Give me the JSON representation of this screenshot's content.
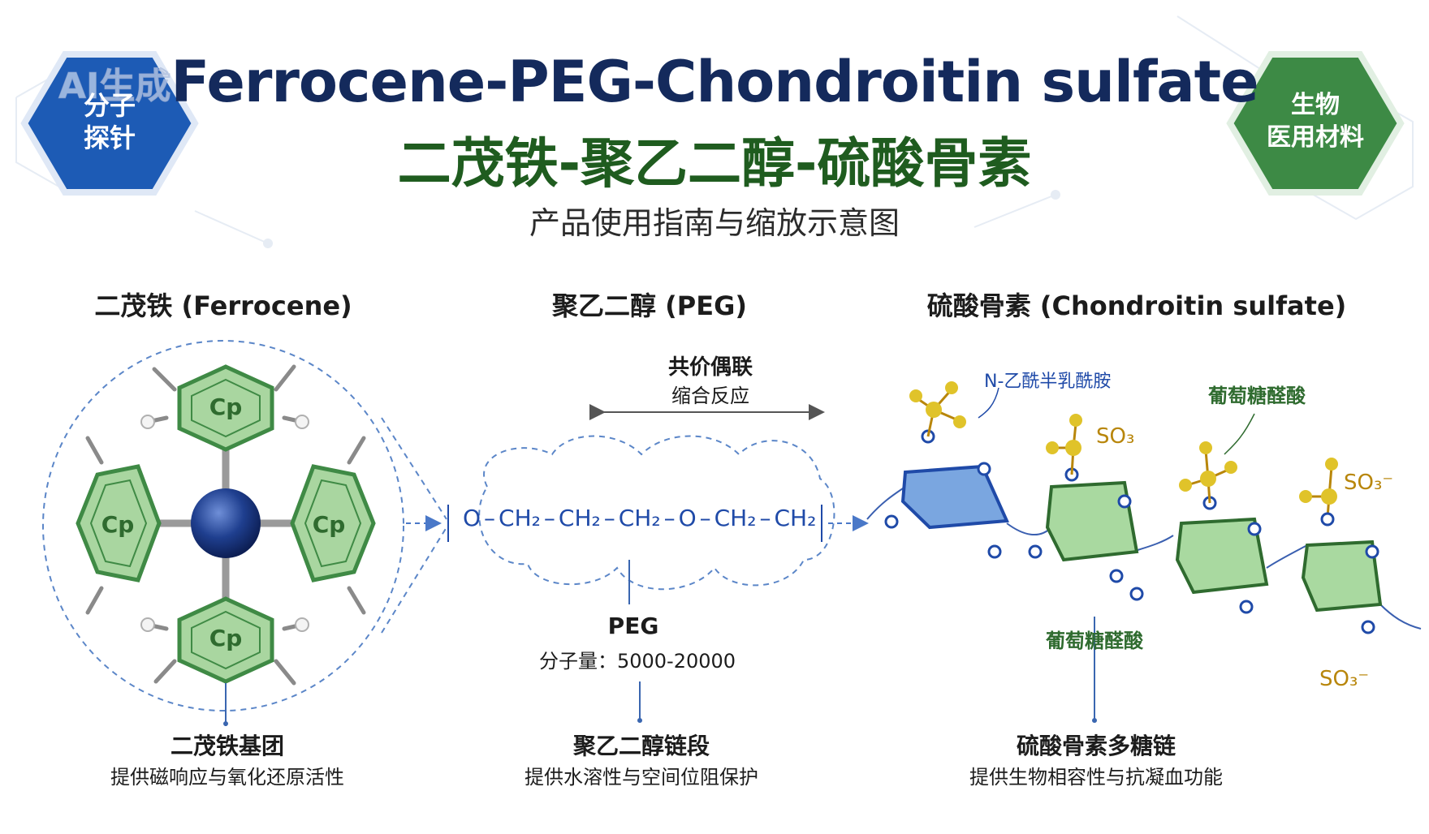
{
  "header": {
    "title_en": "Ferrocene-PEG-Chondroitin sulfate",
    "title_zh": "二茂铁-聚乙二醇-硫酸骨素",
    "subtitle": "产品使用指南与缩放示意图",
    "watermark": "AI生成",
    "badge_left": {
      "line1": "分子",
      "line2": "探针",
      "color": "#1d5bb5"
    },
    "badge_right": {
      "line1": "生物",
      "line2": "医用材料",
      "color": "#3d8a45"
    }
  },
  "sections": {
    "ferrocene": "二茂铁 (Ferrocene)",
    "peg": "聚乙二醇 (PEG)",
    "cs": "硫酸骨素 (Chondroitin sulfate)"
  },
  "ferrocene": {
    "ring_label": "Cp",
    "group_title": "二茂铁基团",
    "group_desc": "提供磁响应与氧化还原活性"
  },
  "peg": {
    "coupling_line1": "共价偶联",
    "coupling_line2": "缩合反应",
    "formula": [
      "O",
      "CH₂",
      "CH₂",
      "CH₂",
      "O",
      "CH₂",
      "CH₂"
    ],
    "label": "PEG",
    "mw": "分子量：5000-20000",
    "segment_title": "聚乙二醇链段",
    "segment_desc": "提供水溶性与空间位阻保护"
  },
  "cs": {
    "nac": "N-乙酰半乳酰胺",
    "gluc_top": "葡萄糖醛酸",
    "gluc_mid": "葡萄糖醛酸",
    "so3": "SO₃",
    "so3_minus_a": "SO₃⁻",
    "so3_minus_b": "SO₃⁻",
    "chain_title": "硫酸骨素多糖链",
    "chain_desc": "提供生物相容性与抗凝血功能"
  },
  "colors": {
    "ring_fill": "#a9d6a0",
    "ring_stroke": "#3f8a45",
    "iron": "#1f3f8f",
    "sugar_blue": "#7aa6e0",
    "sugar_green": "#a9d9a0",
    "sulfur": "#e0c32a",
    "dash": "#4a78c8"
  }
}
